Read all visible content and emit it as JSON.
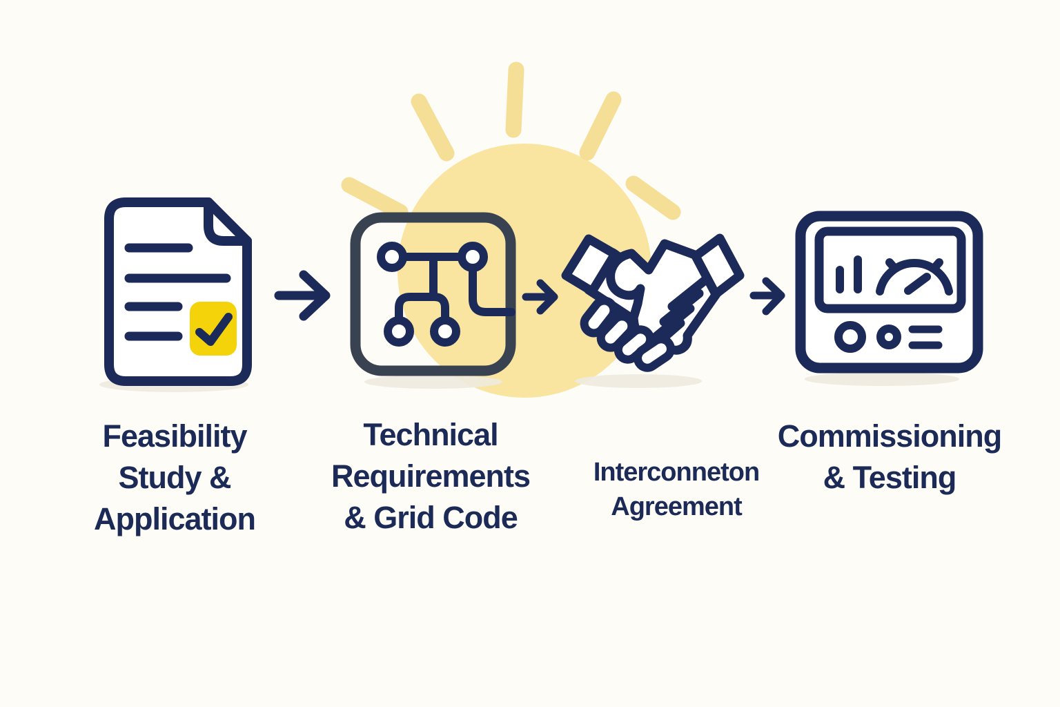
{
  "diagram": {
    "type": "process-flow",
    "subject": "grid interconnection process",
    "background_motif": "sun-with-rays"
  },
  "steps": [
    {
      "id": "feasibility",
      "icon": "document-check-icon",
      "label_lines": [
        "Feasibility",
        "Study &",
        "Application"
      ]
    },
    {
      "id": "technical",
      "icon": "circuit-icon",
      "label_lines": [
        "Technical",
        "Requirements",
        "& Grid Code"
      ]
    },
    {
      "id": "interconnection",
      "icon": "handshake-icon",
      "label_lines": [
        "Interconneton",
        "Agreement"
      ]
    },
    {
      "id": "commissioning",
      "icon": "meter-icon",
      "label_lines": [
        "Commissioning",
        "& Testing"
      ]
    }
  ],
  "connectors": [
    {
      "type": "right-arrow",
      "between": [
        "feasibility",
        "technical"
      ]
    },
    {
      "type": "right-arrow",
      "between": [
        "technical",
        "interconnection"
      ]
    },
    {
      "type": "right-arrow",
      "between": [
        "interconnection",
        "commissioning"
      ]
    }
  ],
  "colors": {
    "navy": "#1b2a58",
    "charcoal": "#394250",
    "sun": "#f9e4a0",
    "ray": "#f5df96",
    "check": "#f5d30b",
    "bg": "#fdfcf7",
    "shadow": "#eeeade",
    "text": "#1b2a56"
  }
}
